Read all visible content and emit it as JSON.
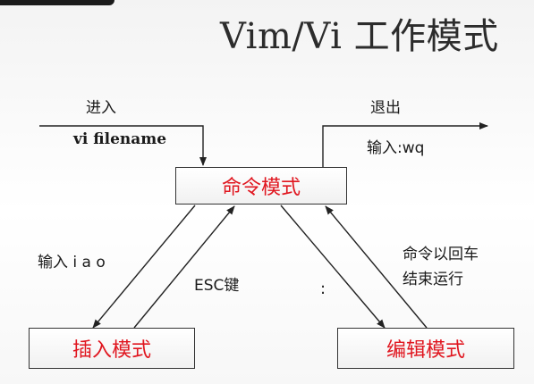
{
  "title": "Vim/Vi 工作模式",
  "modes": {
    "command": "命令模式",
    "insert": "插入模式",
    "edit": "编辑模式"
  },
  "labels": {
    "enter": "进入",
    "vi_filename": "vi filename",
    "exit": "退出",
    "input_wq": "输入:wq",
    "input_iao": "输入 i a o",
    "esc_key": "ESC键",
    "colon": ":",
    "command_enter": "命令以回车",
    "finish_run": "结束运行"
  },
  "colors": {
    "mode_text": "#e0161f",
    "line": "#222222"
  }
}
